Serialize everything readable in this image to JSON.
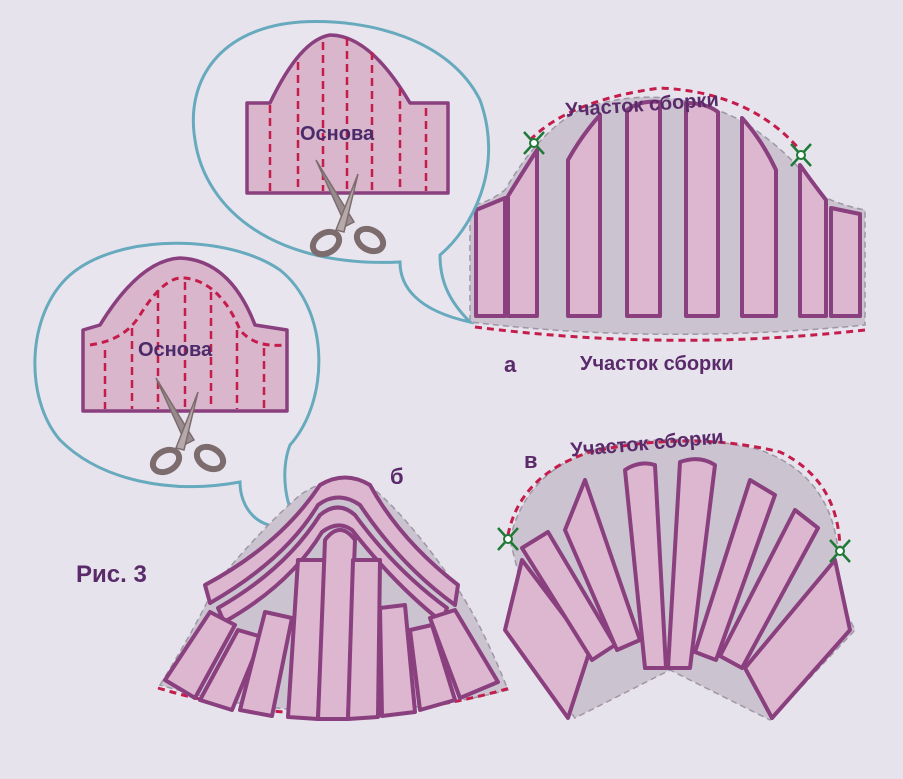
{
  "figure": {
    "caption": "Рис. 3",
    "labels": {
      "a": "а",
      "b": "б",
      "v": "в"
    },
    "base_label": "Основа",
    "gather_label": "Участок сборки"
  },
  "colors": {
    "background": "#e6e3ec",
    "fabric": "#dcb7cf",
    "outline": "#8a3f7e",
    "gather_line": "#c41d4b",
    "bubble_outline": "#67aabd",
    "marker": "#1f7a37"
  },
  "icons": [
    "scissors-icon",
    "notch-marker-icon"
  ]
}
